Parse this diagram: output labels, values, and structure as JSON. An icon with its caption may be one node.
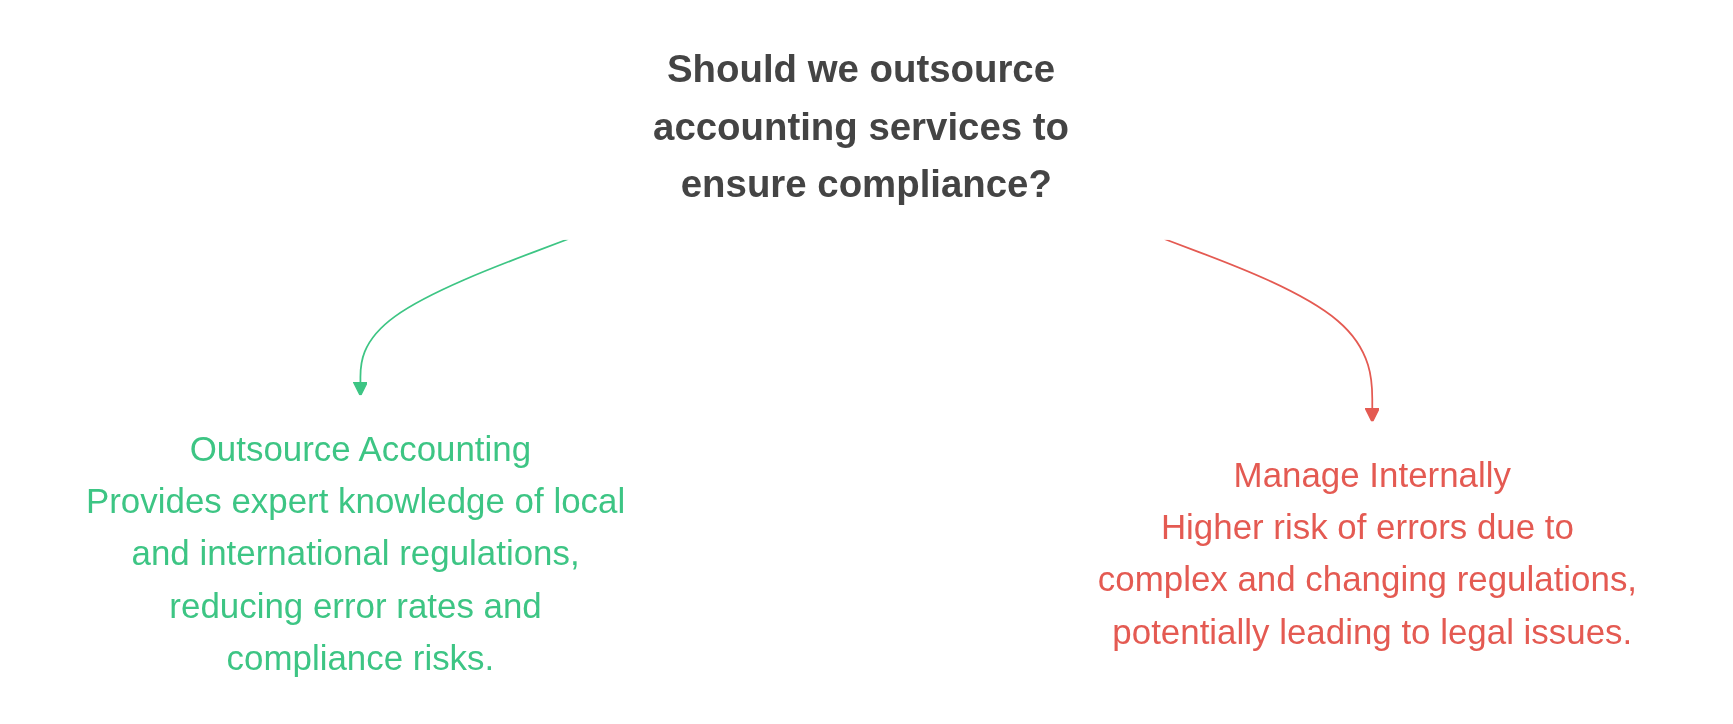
{
  "diagram": {
    "nodes": [
      {
        "text": [
          "Should we outsource accounting services to ensure compliance?"
        ]
      },
      {
        "text": [
          "Outsource Accounting",
          "Provides expert knowledge of local and international regulations, reducing error rates and compliance risks."
        ]
      },
      {
        "text": [
          "Manage Internally",
          "Higher risk of errors due to complex and changing regulations, potentially leading to legal issues."
        ]
      }
    ],
    "edges": [
      {
        "from": 0,
        "to": 1,
        "arrow": "to",
        "color": "#3dc584"
      },
      {
        "from": 0,
        "to": 2,
        "arrow": "to",
        "color": "#e45a52"
      }
    ]
  }
}
